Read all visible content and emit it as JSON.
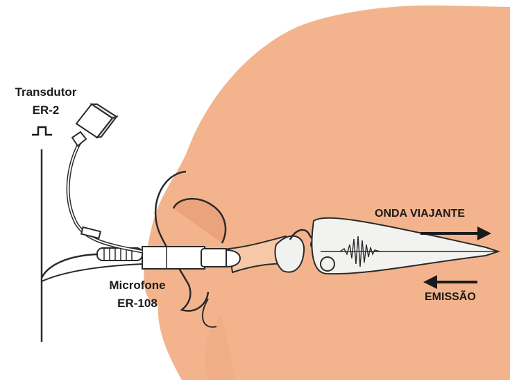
{
  "labels": {
    "transducer_line1": "Transdutor",
    "transducer_line2": "ER-2",
    "microphone_line1": "Microfone",
    "microphone_line2": "ER-108",
    "traveling_wave": "ONDA VIAJANTE",
    "emission": "EMISSÃO"
  },
  "colors": {
    "skin": "#f3b48d",
    "skin_shadow": "#e7a27a",
    "outline": "#2a2a2a",
    "cochlea_fill": "#f2f2f0",
    "probe_fill": "#ffffff",
    "arrow": "#1a1a1a"
  },
  "icons": {
    "pulse": "square-pulse-icon",
    "arrow_right": "arrow-right-icon",
    "arrow_left": "arrow-left-icon"
  }
}
